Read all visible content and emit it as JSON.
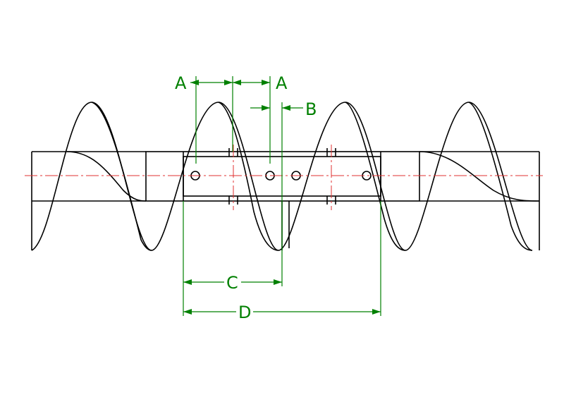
{
  "drawing": {
    "labels": {
      "a_left": "A",
      "a_right": "A",
      "b": "B",
      "c": "C",
      "d": "D"
    },
    "colors": {
      "outline": "#000000",
      "dimension": "#008000",
      "centerline": "#e03030"
    }
  }
}
